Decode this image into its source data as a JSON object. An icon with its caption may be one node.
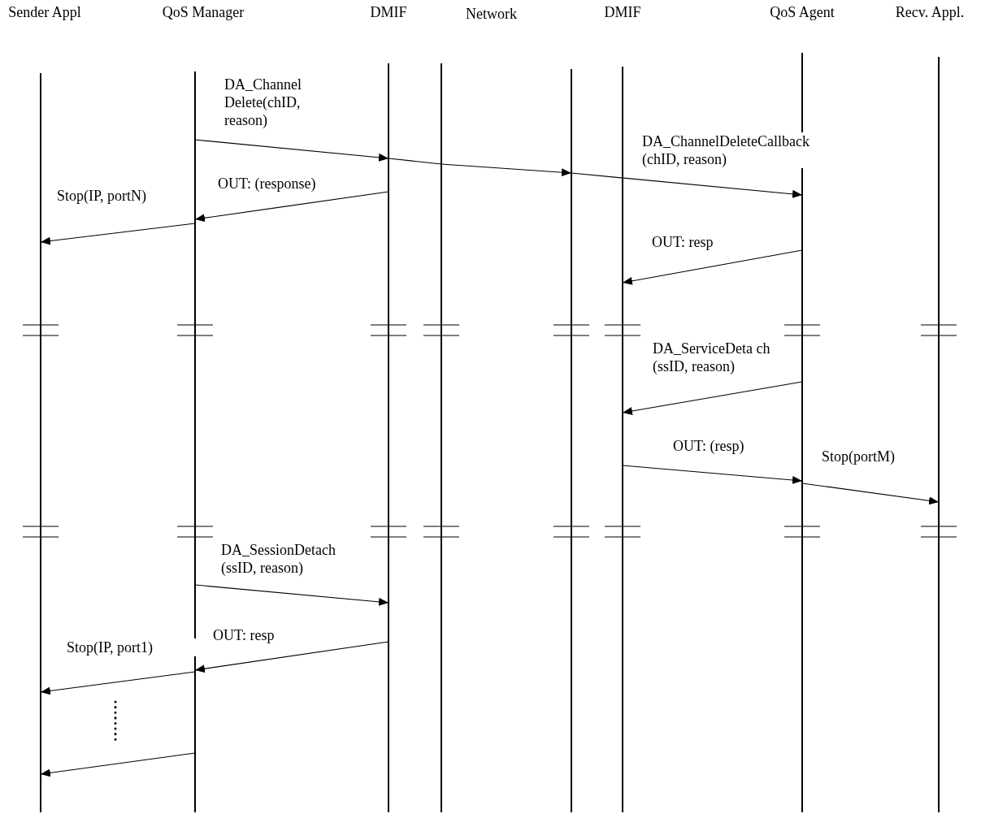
{
  "diagram": {
    "nodes": [
      {
        "text": [
          "Sender Appl"
        ]
      },
      {
        "text": [
          "QoS Manager"
        ]
      },
      {
        "text": [
          "DMIF"
        ]
      },
      {
        "text": [],
        "shape": "bar"
      },
      {
        "text": [],
        "shape": "bar"
      },
      {
        "text": [
          "DMIF"
        ]
      },
      {
        "text": [
          "QoS Agent"
        ]
      },
      {
        "text": [
          "Recv. Appl."
        ]
      }
    ],
    "edges": [
      {
        "from": 1,
        "to": 2,
        "arrow": "to",
        "label": "DA_Channel Delete(chID, reason)"
      },
      {
        "from": 2,
        "to": 3,
        "arrow": "none"
      },
      {
        "from": 3,
        "to": 4,
        "arrow": "to"
      },
      {
        "from": 4,
        "to": 6,
        "arrow": "to",
        "label": "DA_ChannelDeleteCallback (chID, reason)"
      },
      {
        "from": 2,
        "to": 1,
        "arrow": "to",
        "label": "OUT: (response)"
      },
      {
        "from": 1,
        "to": 0,
        "arrow": "to",
        "label": "Stop(IP, portN)"
      },
      {
        "from": 6,
        "to": 5,
        "arrow": "to",
        "label": "OUT: resp"
      },
      {
        "from": 6,
        "to": 5,
        "arrow": "to",
        "label": "DA_ServiceDeta ch (ssID, reason)"
      },
      {
        "from": 5,
        "to": 6,
        "arrow": "to",
        "label": "OUT: (resp)"
      },
      {
        "from": 6,
        "to": 7,
        "arrow": "to",
        "label": "Stop(portM)"
      },
      {
        "from": 1,
        "to": 2,
        "arrow": "to",
        "label": "DA_SessionDetach (ssID, reason)"
      },
      {
        "from": 2,
        "to": 1,
        "arrow": "to",
        "label": "OUT: resp"
      },
      {
        "from": 1,
        "to": 0,
        "arrow": "to",
        "label": "Stop(IP, port1)"
      },
      {
        "from": 1,
        "to": 0,
        "arrow": "to"
      }
    ],
    "labels": [
      "Network"
    ]
  }
}
